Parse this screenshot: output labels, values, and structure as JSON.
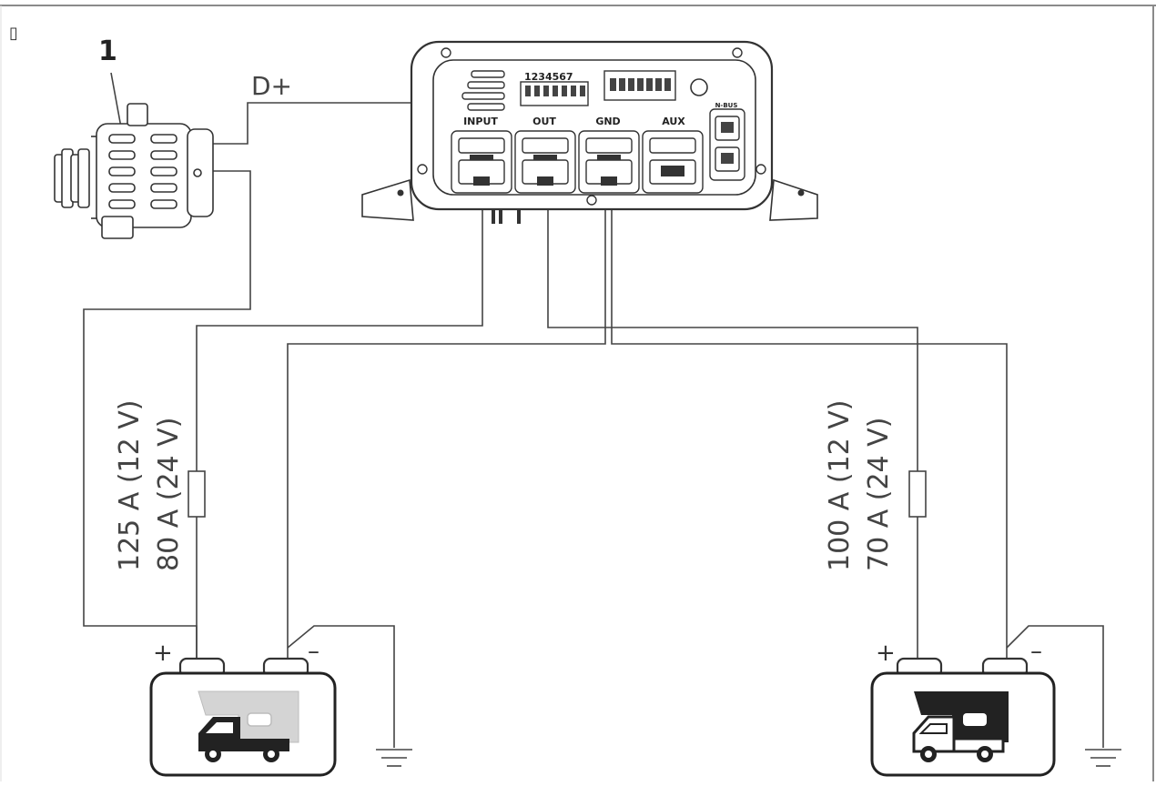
{
  "corner_glyph": "▯",
  "alternator": {
    "callout": "1"
  },
  "d_plus_label": "D+",
  "charger": {
    "dip_numbers": "1234567",
    "bus_label": "N-BUS",
    "terminals": [
      "INPUT",
      "OUT",
      "GND",
      "AUX"
    ]
  },
  "left_fuse": {
    "line1": "125 A  (12 V)",
    "line2": "80 A  (24 V)"
  },
  "right_fuse": {
    "line1": "100 A  (12 V)",
    "line2": "70 A  (24 V)"
  },
  "batteries": {
    "starter": {
      "plus": "+",
      "minus": "–",
      "icon": "camper-truck-icon-light"
    },
    "service": {
      "plus": "+",
      "minus": "–",
      "icon": "camper-truck-icon-dark"
    }
  }
}
